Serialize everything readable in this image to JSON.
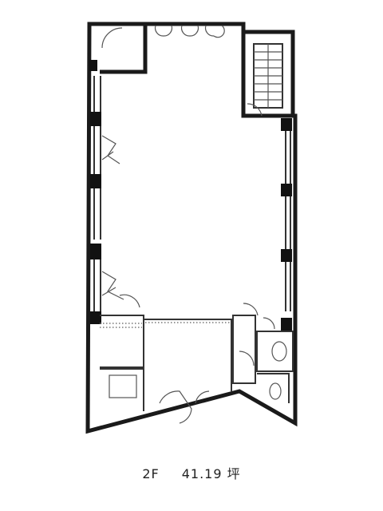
{
  "caption": {
    "floor": "2F",
    "area": "41.19",
    "unit": "坪"
  }
}
